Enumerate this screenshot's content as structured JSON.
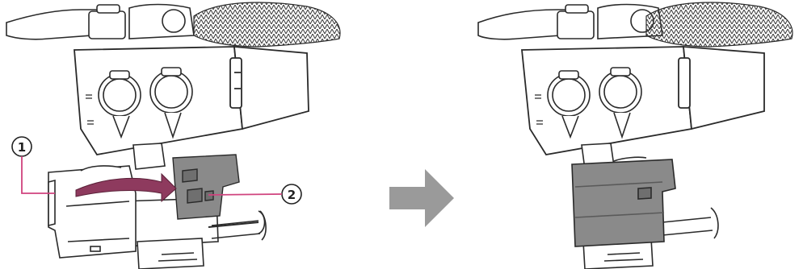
{
  "figure": {
    "callouts": [
      {
        "number": "1"
      },
      {
        "number": "2"
      }
    ],
    "panels": [
      {
        "state": "before"
      },
      {
        "state": "after"
      }
    ]
  },
  "colors": {
    "line": "#2a2a2a",
    "body_fill": "#ffffff",
    "cover_fill": "#8a8a8a",
    "cover_dark": "#6f6f6f",
    "arrow_motion": "#8e3a5e",
    "leader": "#d0437e",
    "transition_arrow": "#9a9a9a",
    "fur": "#3a3a3a"
  },
  "icons": {
    "motion_arrow": "curved-arrow-icon",
    "transition_arrow": "right-arrow-icon"
  }
}
